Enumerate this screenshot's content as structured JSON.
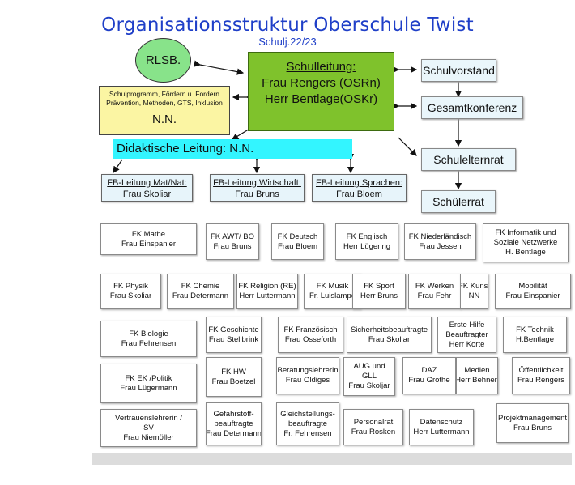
{
  "header": {
    "title": "Organisationsstruktur Oberschule Twist",
    "subtitle": "Schulj.22/23"
  },
  "top": {
    "rlsb": "RLSB.",
    "schulleitung": [
      "Schulleitung:",
      "Frau Rengers (OSRn)",
      "Herr Bentlage(OSKr)"
    ],
    "schulprogramm": [
      "Schulprogramm, Fördern u. Fordern",
      "Prävention, Methoden, GTS, Inklusion"
    ],
    "schulprogramm_nn": "N.N.",
    "didaktische": "Didaktische Leitung: N.N."
  },
  "right_boxes": [
    "Schulvorstand",
    "Gesamtkonferenz",
    "Schulelternrat",
    "Schülerrat"
  ],
  "fb_boxes": [
    [
      "FB-Leitung Mat/Nat:",
      "Frau Skoliar"
    ],
    [
      "FB-Leitung Wirtschaft:",
      "Frau Bruns"
    ],
    [
      "FB-Leitung Sprachen:",
      "Frau Bloem"
    ]
  ],
  "fk_boxes": [
    [
      "FK Mathe",
      "Frau Einspanier"
    ],
    [
      "FK AWT/ BO",
      "Frau Bruns"
    ],
    [
      "FK Deutsch",
      "Frau Bloem"
    ],
    [
      "FK Englisch",
      "Herr Lügering"
    ],
    [
      "FK  Niederländisch",
      "Frau Jessen"
    ],
    [
      "FK Informatik und",
      "Soziale Netzwerke",
      "H. Bentlage"
    ],
    [
      "FK Physik",
      "Frau Skoliar"
    ],
    [
      "FK Chemie",
      "Frau Determann"
    ],
    [
      "FK Religion (RE)",
      "Herr Luttermann"
    ],
    [
      "FK Musik",
      "Fr. Luislampe"
    ],
    [
      "FK Sport",
      "Herr Bruns"
    ],
    [
      "FK Werken",
      "Frau Fehr"
    ],
    [
      "FK Kunst",
      "NN"
    ],
    [
      "Mobilität",
      "Frau Einspanier"
    ],
    [
      "FK Biologie",
      "Frau Fehrensen"
    ],
    [
      "FK Geschichte",
      "Frau Stellbrink"
    ],
    [
      "FK  Französisch",
      "Frau Osseforth"
    ],
    [
      "Sicherheitsbeauftragte",
      "Frau Skoliar"
    ],
    [
      "Erste Hilfe",
      "Beauftragter",
      "Herr Korte"
    ],
    [
      "FK Technik",
      "H.Bentlage"
    ],
    [
      "FK EK /Politik",
      "Frau Lügermann"
    ],
    [
      "FK HW",
      "Frau Boetzel"
    ],
    [
      "Beratungslehrerin",
      "Frau Oldiges"
    ],
    [
      "AUG und",
      "GLL",
      "Frau Skoljar"
    ],
    [
      "DAZ",
      "Frau Grothe"
    ],
    [
      "Medien",
      "Herr Behnen"
    ],
    [
      "Öffentlichkeit",
      "Frau Rengers"
    ],
    [
      "Vertrauenslehrerin /",
      "SV",
      "Frau Niemöller"
    ],
    [
      "Gefahrstoff-",
      "beauftragte",
      "Frau Determann"
    ],
    [
      "Gleichstellungs-",
      "beauftragte",
      "Fr. Fehrensen"
    ],
    [
      "Personalrat",
      "Frau Rosken"
    ],
    [
      "Datenschutz",
      "Herr Luttermann"
    ],
    [
      "Projektmanagement",
      "Frau Bruns"
    ]
  ]
}
